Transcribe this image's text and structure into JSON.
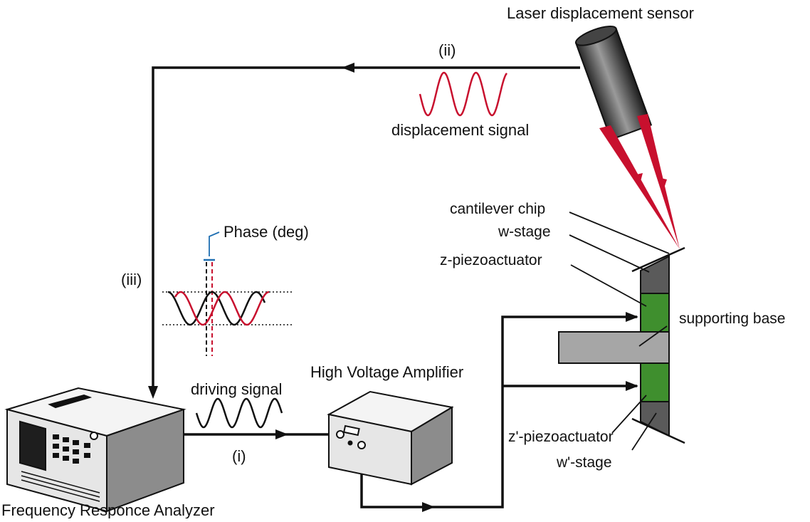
{
  "labels": {
    "laser_sensor": "Laser displacement sensor",
    "displacement_signal": "displacement signal",
    "path_ii": "(ii)",
    "path_iii": "(iii)",
    "path_i": "(i)",
    "phase": "Phase (deg)",
    "driving_signal": "driving signal",
    "hv_amplifier": "High Voltage Amplifier",
    "fra": "Frequency Responce Analyzer",
    "cantilever_chip": "cantilever chip",
    "w_stage": "w-stage",
    "z_piezo": "z-piezoactuator",
    "supporting_base": "supporting base",
    "z_prime_piezo": "z'-piezoactuator",
    "w_prime_stage": "w'-stage"
  },
  "colors": {
    "signal_red": "#c8102e",
    "phase_blue": "#1f6fb2",
    "line_black": "#111111",
    "piezo_green": "#3f8f2e",
    "stage_gray": "#5a5a5a",
    "base_gray": "#a6a6a6",
    "device_face": "#e6e6e6",
    "device_side": "#8c8c8c",
    "device_top": "#f4f4f4"
  }
}
